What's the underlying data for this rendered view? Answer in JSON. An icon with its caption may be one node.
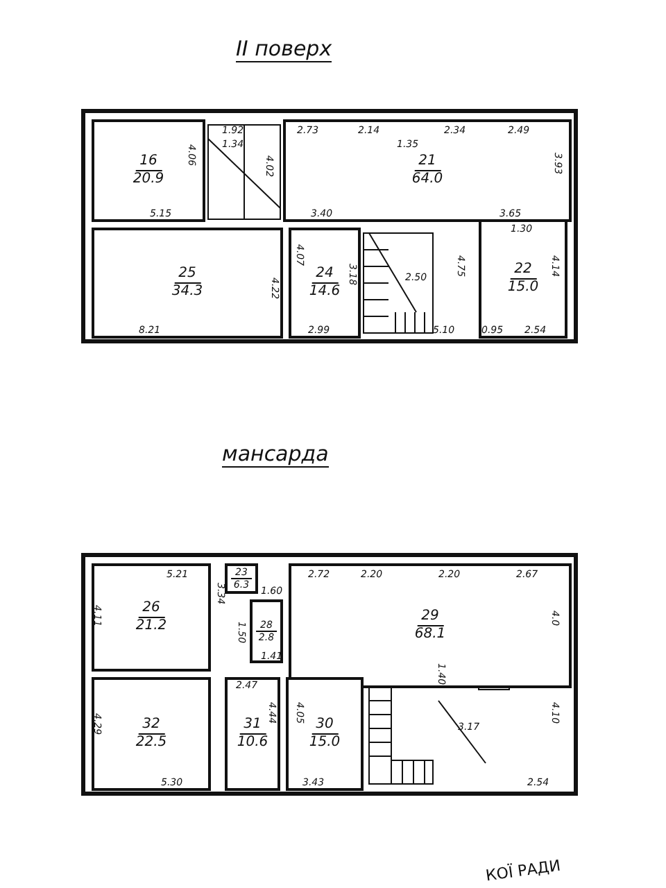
{
  "diagram": {
    "title": "ІІ поверх",
    "nodes": [
      {
        "text": [
          "16",
          "20.9"
        ]
      },
      {
        "text": [
          "21",
          "64.0"
        ]
      },
      {
        "text": [
          "25",
          "34.3"
        ]
      },
      {
        "text": [
          "24",
          "14.6"
        ]
      },
      {
        "text": [
          "22",
          "15.0"
        ]
      },
      {
        "text": [
          "26",
          "21.2"
        ]
      },
      {
        "text": [
          "23",
          "6.3"
        ]
      },
      {
        "text": [
          "28",
          "2.8"
        ]
      },
      {
        "text": [
          "29",
          "68.1"
        ]
      },
      {
        "text": [
          "32",
          "22.5"
        ]
      },
      {
        "text": [
          "31",
          "10.6"
        ]
      },
      {
        "text": [
          "30",
          "15.0"
        ]
      }
    ],
    "labels": [
      "1.92",
      "1.34",
      "2.73",
      "2.14",
      "2.34",
      "2.49",
      "1.35",
      "4.02",
      "4.06",
      "3.93",
      "5.15",
      "3.40",
      "3.65",
      "1.30",
      "4.07",
      "3.18",
      "2.50",
      "4.75",
      "4.14",
      "4.22",
      "8.21",
      "2.99",
      "5.10",
      "0.95",
      "2.54",
      "мансарда",
      "5.21",
      "2.72",
      "2.20",
      "2.20",
      "2.67",
      "1.60",
      "3.34",
      "4.11",
      "4.0",
      "1.50",
      "1.41",
      "2.47",
      "1.40",
      "4.29",
      "4.44",
      "4.05",
      "3.17",
      "4.10",
      "5.30",
      "3.43",
      "2.54",
      "КОЇ РАДИ"
    ]
  }
}
